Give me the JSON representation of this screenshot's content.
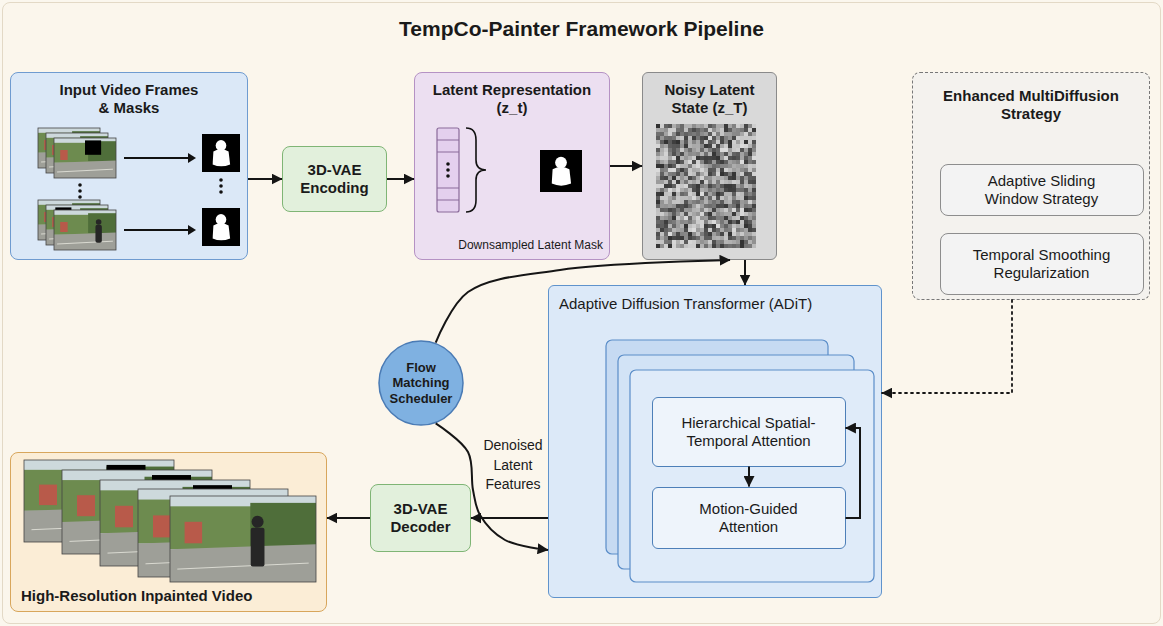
{
  "diagram": {
    "title": "TempCo-Painter Framework Pipeline",
    "nodes": [
      {
        "text": [
          "Input Video Frames & Masks"
        ]
      },
      {
        "text": [
          "3D-VAE Encoding"
        ]
      },
      {
        "text": [
          "Latent Representation (z_t)",
          "Downsampled Latent Mask"
        ]
      },
      {
        "text": [
          "Noisy Latent State (z_T)"
        ]
      },
      {
        "text": [
          "Enhanced MultiDiffusion Strategy"
        ]
      },
      {
        "text": [
          "Adaptive Sliding Window Strategy"
        ],
        "in": 4
      },
      {
        "text": [
          "Temporal Smoothing Regularization"
        ],
        "in": 4
      },
      {
        "text": [
          "Adaptive Diffusion Transformer (ADiT)"
        ]
      },
      {
        "text": [
          "Hierarchical Spatial-Temporal Attention"
        ],
        "in": 7
      },
      {
        "text": [
          "Motion-Guided Attention"
        ],
        "in": 7
      },
      {
        "text": [
          "Flow Matching Scheduler"
        ]
      },
      {
        "text": [
          "3D-VAE Decoder"
        ]
      },
      {
        "text": [
          "High-Resolution Inpainted Video"
        ]
      }
    ],
    "edges": [
      {
        "from": 0,
        "to": 1,
        "arrow": "to"
      },
      {
        "from": 1,
        "to": 2,
        "arrow": "to"
      },
      {
        "from": 2,
        "to": 3,
        "arrow": "to"
      },
      {
        "from": 3,
        "to": 7,
        "arrow": "to"
      },
      {
        "from": 10,
        "to": 3,
        "arrow": "to"
      },
      {
        "from": 10,
        "to": 7,
        "arrow": "to"
      },
      {
        "from": 4,
        "to": 7,
        "arrow": "to"
      },
      {
        "from": 8,
        "to": 9,
        "arrow": "to"
      },
      {
        "from": 9,
        "to": 8,
        "arrow": "to"
      },
      {
        "from": 7,
        "to": 11,
        "label": "Denoised Latent Features",
        "arrow": "to"
      },
      {
        "from": 11,
        "to": 12,
        "arrow": "to"
      }
    ]
  }
}
